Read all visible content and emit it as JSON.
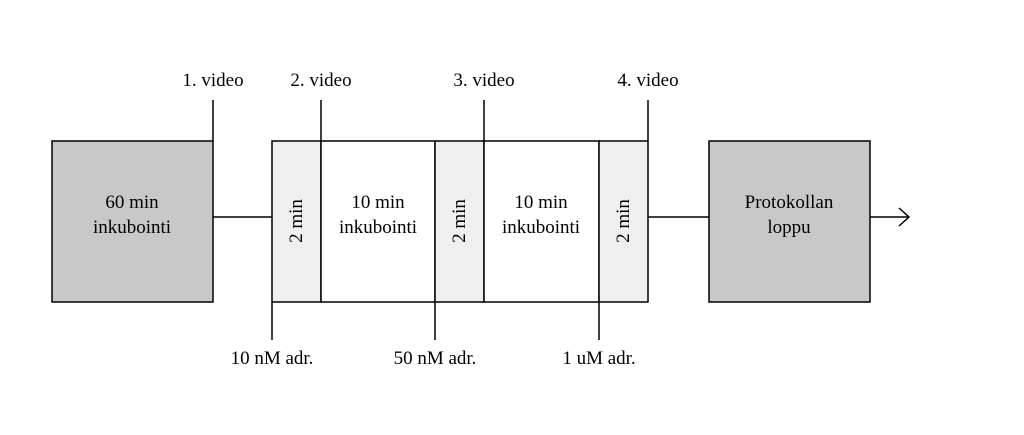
{
  "videos": [
    "1. video",
    "2. video",
    "3. video",
    "4. video"
  ],
  "start_box": {
    "line1": "60 min",
    "line2": "inkubointi"
  },
  "pulse_label": "2 min",
  "incubation": {
    "line1": "10 min",
    "line2": "inkubointi"
  },
  "end_box": {
    "line1": "Protokollan",
    "line2": "loppu"
  },
  "doses": [
    "10 nM adr.",
    "50 nM adr.",
    "1 uM adr."
  ],
  "colors": {
    "dark_box": "#c8c8c8",
    "light_box": "#efefef",
    "line": "#000000"
  }
}
